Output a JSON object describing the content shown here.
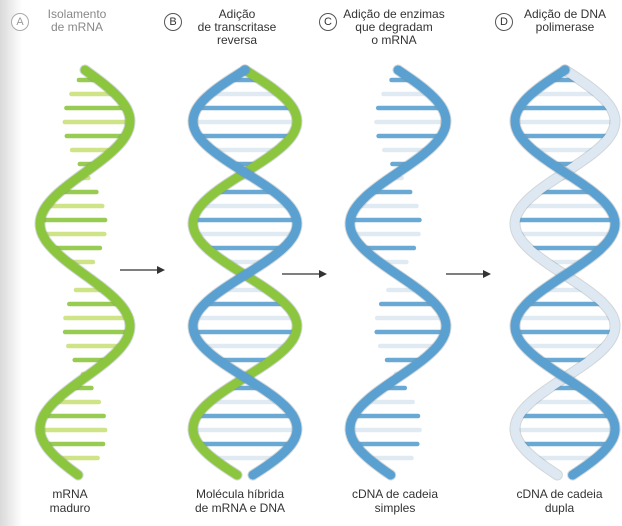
{
  "steps": [
    {
      "letter": "A",
      "title": "Isolamento\nde mRNA",
      "caption": "mRNA\nmaduro"
    },
    {
      "letter": "B",
      "title": "Adição\nde transcritase\nreversa",
      "caption": "Molécula híbrida\nde mRNA e DNA"
    },
    {
      "letter": "C",
      "title": "Adição de enzimas\nque degradam\no mRNA",
      "caption": "cDNA de cadeia\nsimples"
    },
    {
      "letter": "D",
      "title": "Adição de DNA\npolimerase",
      "caption": "cDNA de cadeia\ndupla"
    }
  ],
  "colors": {
    "mrna": "#8cc63f",
    "mrna_light": "#c9e27a",
    "dna": "#5aa0d0",
    "dna_light": "#dde8f2",
    "arrow": "#333333"
  },
  "helices": [
    {
      "strands": [
        "mrna"
      ]
    },
    {
      "strands": [
        "mrna",
        "dna"
      ]
    },
    {
      "strands": [
        "dna"
      ]
    },
    {
      "strands": [
        "dna_light",
        "dna"
      ]
    }
  ]
}
